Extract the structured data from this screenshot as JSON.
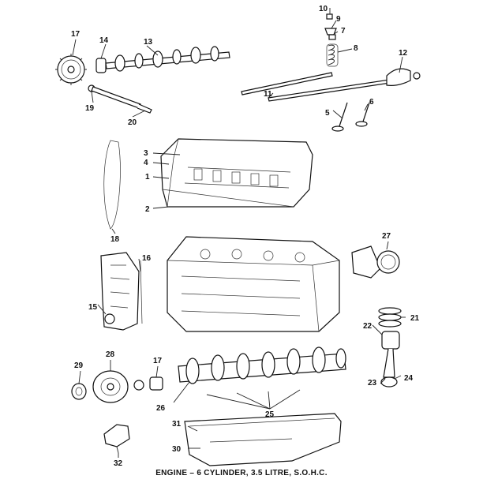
{
  "caption": "ENGINE – 6 CYLINDER, 3.5 LITRE, S.O.H.C.",
  "callouts": {
    "c1": "1",
    "c2": "2",
    "c3": "3",
    "c4": "4",
    "c5": "5",
    "c6": "6",
    "c7": "7",
    "c8": "8",
    "c9": "9",
    "c10": "10",
    "c11": "11",
    "c12": "12",
    "c13": "13",
    "c14": "14",
    "c15": "15",
    "c16": "16",
    "c17a": "17",
    "c17b": "17",
    "c18": "18",
    "c19": "19",
    "c20": "20",
    "c21": "21",
    "c22": "22",
    "c23": "23",
    "c24": "24",
    "c25": "25",
    "c26": "26",
    "c27": "27",
    "c28": "28",
    "c29": "29",
    "c30": "30",
    "c31": "31",
    "c32": "32"
  }
}
